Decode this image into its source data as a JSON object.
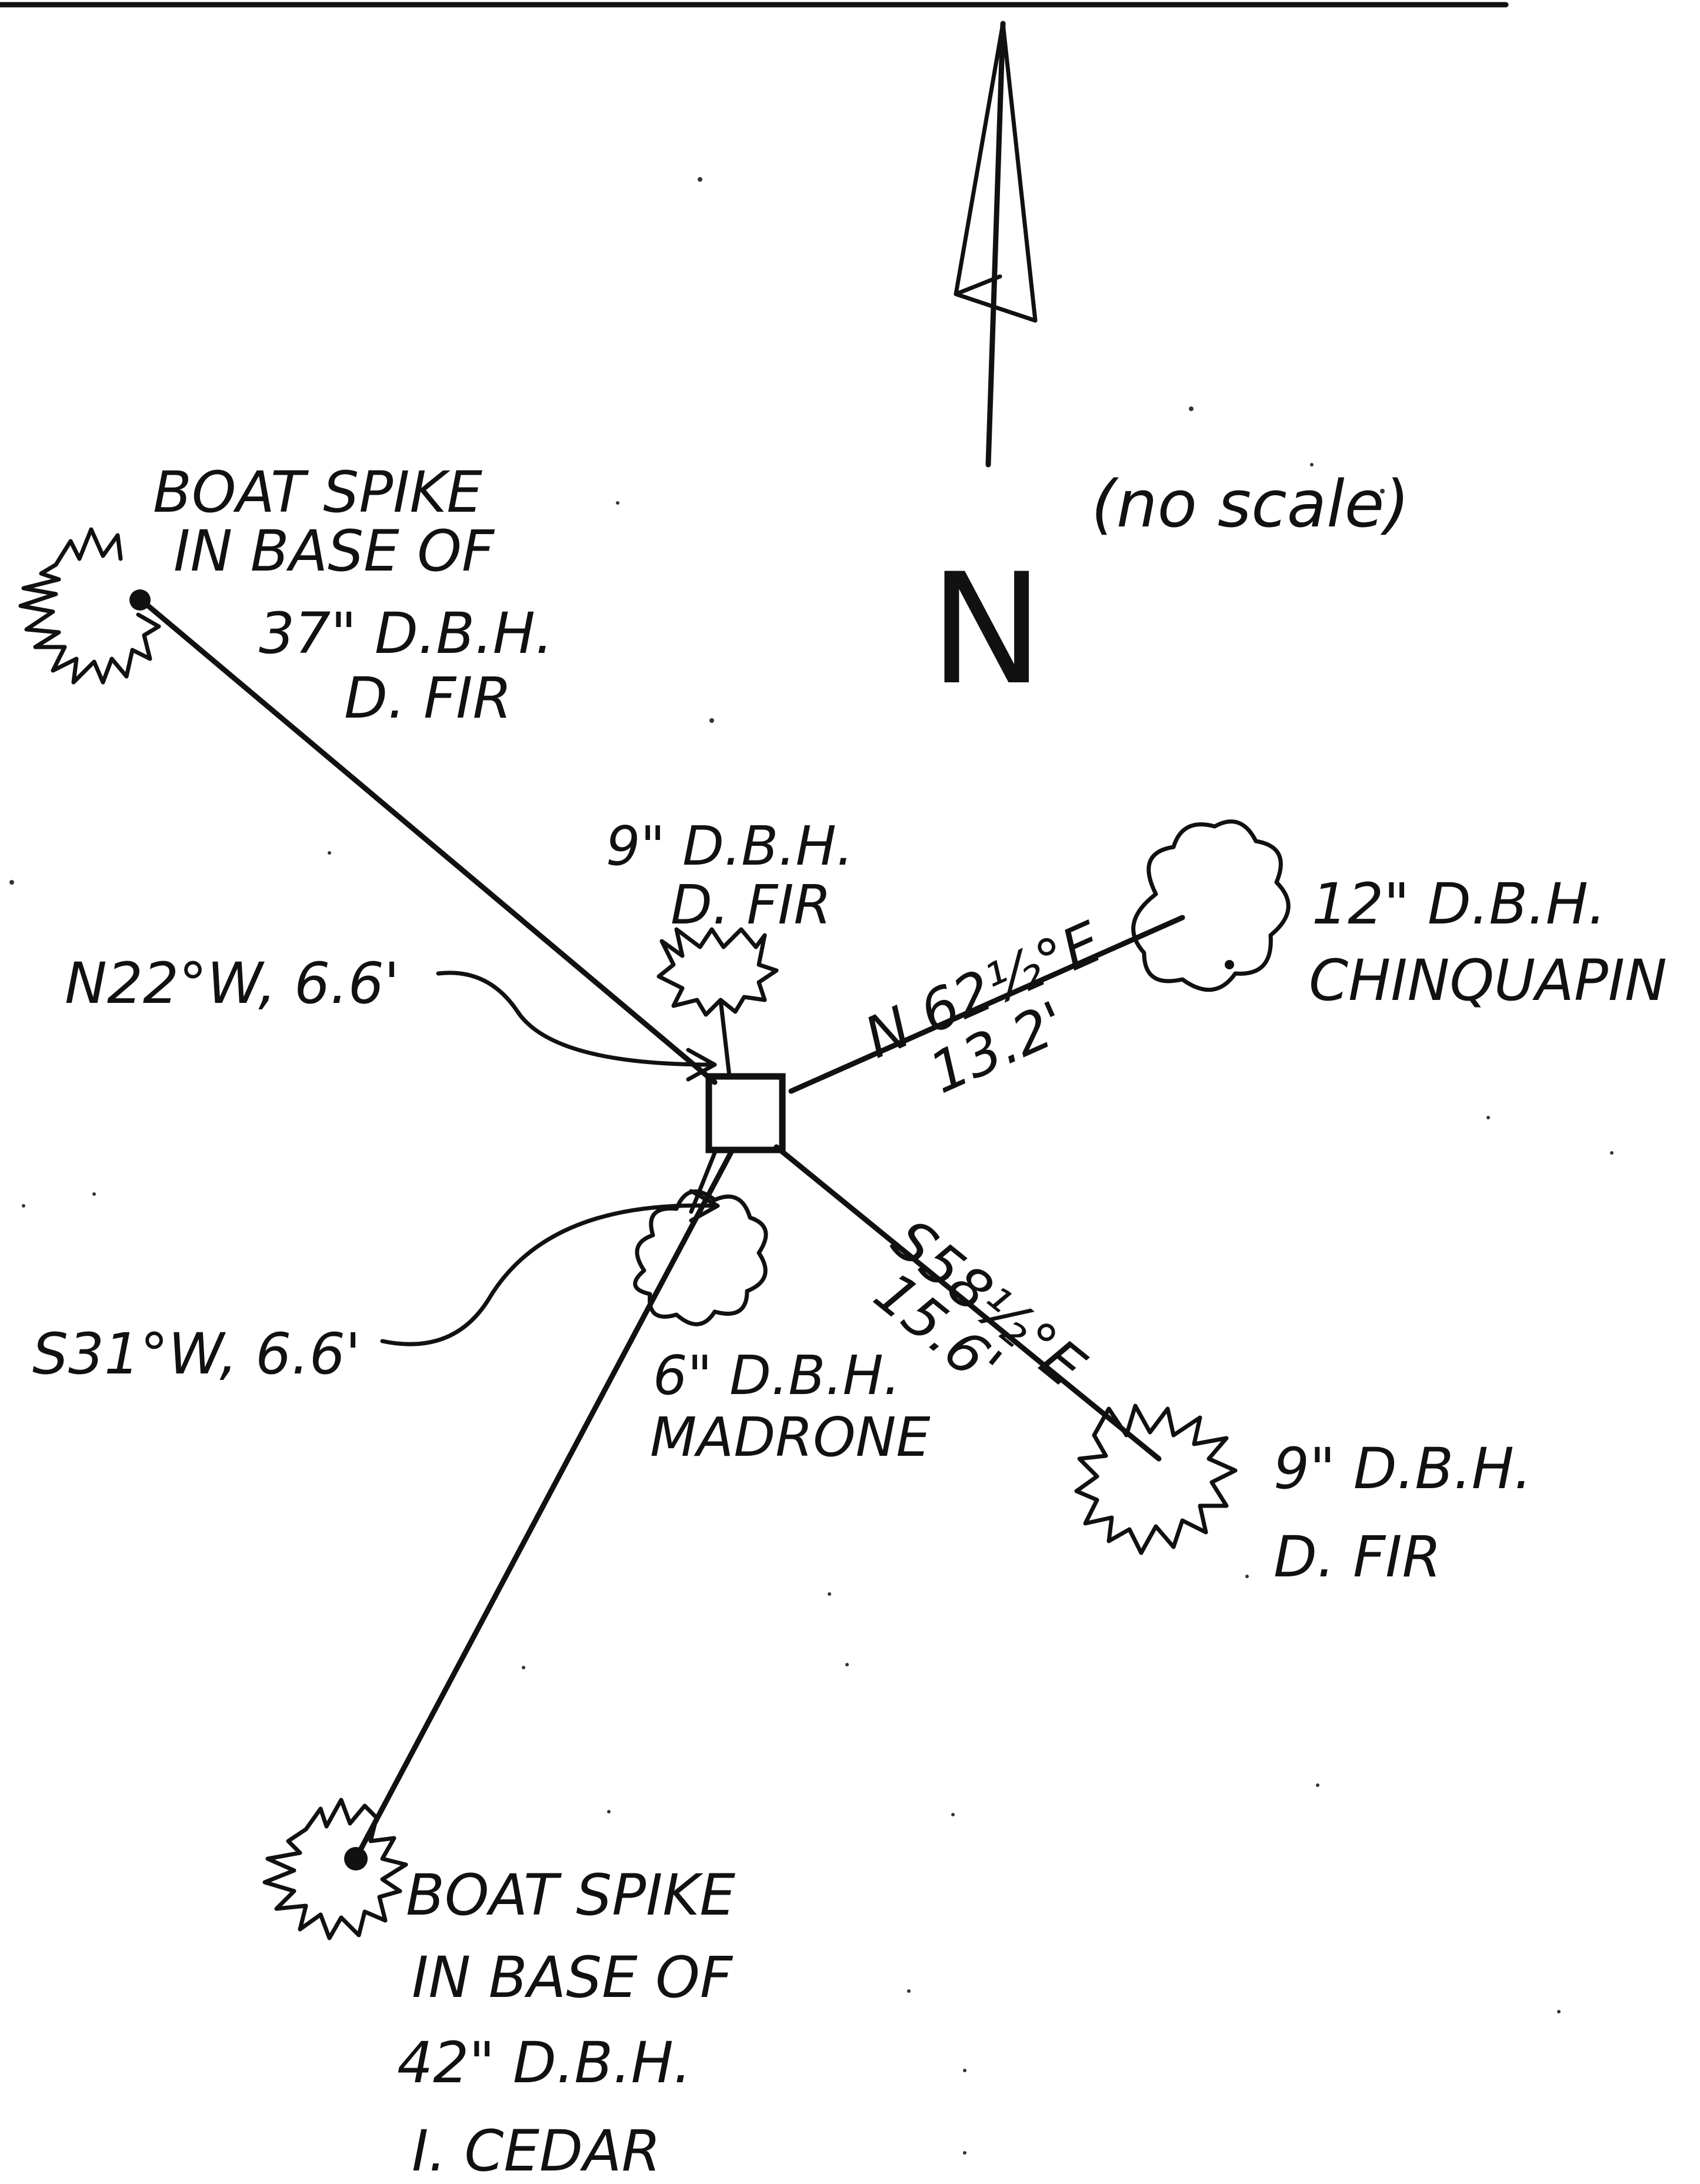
{
  "colors": {
    "ink": "#111111",
    "paper": "#ffffff"
  },
  "labels": {
    "north": "N",
    "scale_note": "(no scale)",
    "nw_ref": {
      "lines": [
        "BOAT SPIKE",
        "IN BASE OF",
        "37\" D.B.H.",
        "D. FIR"
      ]
    },
    "n_tree": {
      "lines": [
        "9\" D.B.H.",
        "D. FIR"
      ]
    },
    "ne_tree": {
      "lines": [
        "12\" D.B.H.",
        "CHINQUAPIN"
      ]
    },
    "se_tree": {
      "lines": [
        "9\" D.B.H.",
        "D. FIR"
      ]
    },
    "s_tree": {
      "lines": [
        "6\" D.B.H.",
        "MADRONE"
      ]
    },
    "sw_ref": {
      "lines": [
        "BOAT SPIKE",
        "IN BASE OF",
        "42\" D.B.H.",
        "I. CEDAR"
      ]
    }
  },
  "bearings": {
    "nw": "N22°W, 6.6'",
    "ne_dir": "N 62½°E",
    "ne_dist": "13.2'",
    "se_dir": "S58½°E",
    "se_dist": "15.6'",
    "sw": "S31°W, 6.6'"
  }
}
